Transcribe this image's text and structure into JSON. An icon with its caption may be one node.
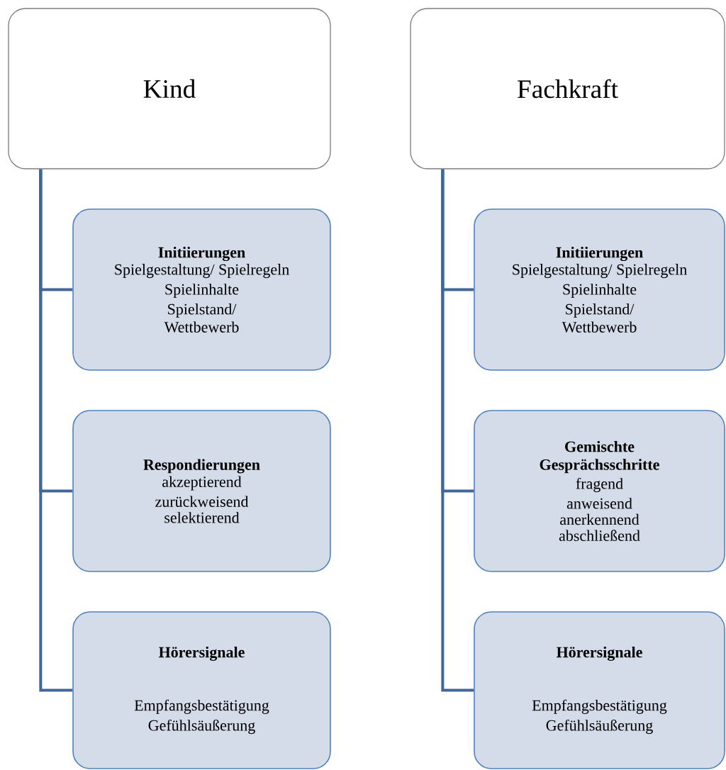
{
  "diagram": {
    "nodes": [
      {
        "text": [
          "Kind"
        ]
      },
      {
        "text": [
          "Initiierungen",
          "Spielgestaltung/ Spielregeln",
          "Spielinhalte",
          "Spielstand/ Wettbewerb"
        ]
      },
      {
        "text": [
          "Respondierungen",
          "akzeptierend",
          "zurückweisend",
          "selektierend"
        ]
      },
      {
        "text": [
          "Hörersignale",
          "Empfangsbestätigung",
          "Gefühlsäußerung"
        ]
      },
      {
        "text": [
          "Fachkraft"
        ]
      },
      {
        "text": [
          "Initiierungen",
          "Spielgestaltung/ Spielregeln",
          "Spielinhalte",
          "Spielstand/ Wettbewerb"
        ]
      },
      {
        "text": [
          "Gemischte Gesprächsschritte",
          "fragend",
          "anweisend",
          "anerkennend",
          "abschließend"
        ]
      },
      {
        "text": [
          "Hörersignale",
          "Empfangsbestätigung",
          "Gefühlsäußerung"
        ]
      }
    ],
    "edges": [
      {
        "from": 0,
        "to": 1,
        "arrow": "none"
      },
      {
        "from": 0,
        "to": 2,
        "arrow": "none"
      },
      {
        "from": 0,
        "to": 3,
        "arrow": "none"
      },
      {
        "from": 4,
        "to": 5,
        "arrow": "none"
      },
      {
        "from": 4,
        "to": 6,
        "arrow": "none"
      },
      {
        "from": 4,
        "to": 7,
        "arrow": "none"
      }
    ]
  }
}
